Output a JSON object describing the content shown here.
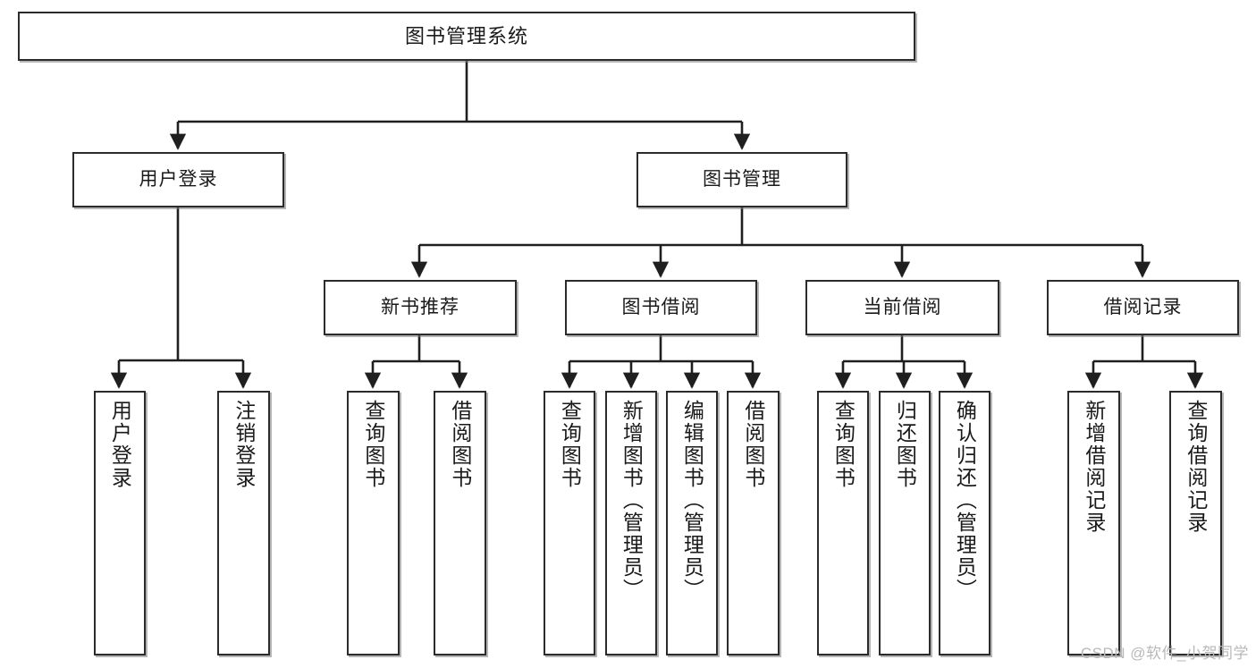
{
  "diagram": {
    "type": "tree-hierarchy-chart",
    "title": "图书管理系统",
    "colors": {
      "box_border": "#2b2b2b",
      "box_fill": "#ffffff",
      "edge": "#1f1f1f",
      "text": "#1a1a1a",
      "watermark": "#b9b9b9",
      "background": "#ffffff"
    },
    "root": {
      "id": "root",
      "label": "图书管理系统",
      "orientation": "horizontal"
    },
    "level2": [
      {
        "id": "user-login",
        "label": "用户登录",
        "orientation": "horizontal"
      },
      {
        "id": "book-manage",
        "label": "图书管理",
        "orientation": "horizontal"
      }
    ],
    "level3": [
      {
        "id": "new-book-recommend",
        "label": "新书推荐",
        "orientation": "horizontal",
        "parent": "book-manage"
      },
      {
        "id": "book-borrow",
        "label": "图书借阅",
        "orientation": "horizontal",
        "parent": "book-manage"
      },
      {
        "id": "current-borrow",
        "label": "当前借阅",
        "orientation": "horizontal",
        "parent": "book-manage"
      },
      {
        "id": "borrow-record",
        "label": "借阅记录",
        "orientation": "horizontal",
        "parent": "book-manage"
      }
    ],
    "leaves": [
      {
        "id": "leaf-user-login",
        "label": "用户登录",
        "parent": "user-login",
        "orientation": "vertical"
      },
      {
        "id": "leaf-user-logout",
        "label": "注销登录",
        "parent": "user-login",
        "orientation": "vertical"
      },
      {
        "id": "leaf-query-book-1",
        "label": "查询图书",
        "parent": "new-book-recommend",
        "orientation": "vertical"
      },
      {
        "id": "leaf-borrow-book-1",
        "label": "借阅图书",
        "parent": "new-book-recommend",
        "orientation": "vertical"
      },
      {
        "id": "leaf-query-book-2",
        "label": "查询图书",
        "parent": "book-borrow",
        "orientation": "vertical"
      },
      {
        "id": "leaf-add-book",
        "label": "新增图书（管理员）",
        "parent": "book-borrow",
        "orientation": "vertical"
      },
      {
        "id": "leaf-edit-book",
        "label": "编辑图书（管理员）",
        "parent": "book-borrow",
        "orientation": "vertical"
      },
      {
        "id": "leaf-borrow-book-2",
        "label": "借阅图书",
        "parent": "book-borrow",
        "orientation": "vertical"
      },
      {
        "id": "leaf-query-book-3",
        "label": "查询图书",
        "parent": "current-borrow",
        "orientation": "vertical"
      },
      {
        "id": "leaf-return-book",
        "label": "归还图书",
        "parent": "current-borrow",
        "orientation": "vertical"
      },
      {
        "id": "leaf-confirm-return",
        "label": "确认归还（管理员）",
        "parent": "current-borrow",
        "orientation": "vertical"
      },
      {
        "id": "leaf-add-record",
        "label": "新增借阅记录",
        "parent": "borrow-record",
        "orientation": "vertical"
      },
      {
        "id": "leaf-query-record",
        "label": "查询借阅记录",
        "parent": "borrow-record",
        "orientation": "vertical"
      }
    ],
    "watermark": "CSDN @软件_小贺同学"
  }
}
